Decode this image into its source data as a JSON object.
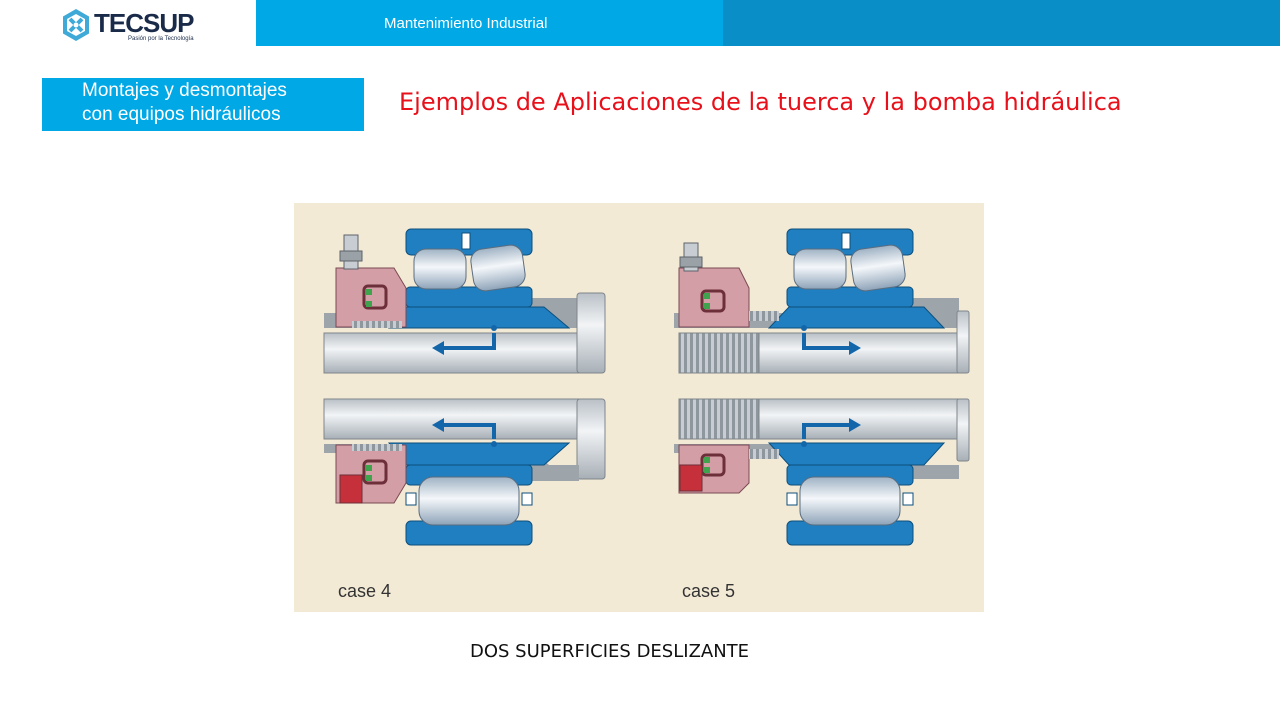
{
  "header": {
    "title": "Mantenimiento Industrial",
    "logo_text": "TECSUP",
    "logo_tagline": "Pasión por la Tecnología"
  },
  "section": {
    "line1": "Montajes y desmontajes",
    "line2": "con equipos hidráulicos"
  },
  "main_title": "Ejemplos de Aplicaciones de la tuerca y la bomba hidráulica",
  "figure": {
    "case_left": "case 4",
    "case_right": "case 5"
  },
  "caption": "DOS SUPERFICIES DESLIZANTE",
  "colors": {
    "accent_blue": "#00a8e6",
    "accent_dark_blue": "#0a8ec8",
    "title_red": "#e8111b",
    "figure_bg": "#f3ead6"
  }
}
